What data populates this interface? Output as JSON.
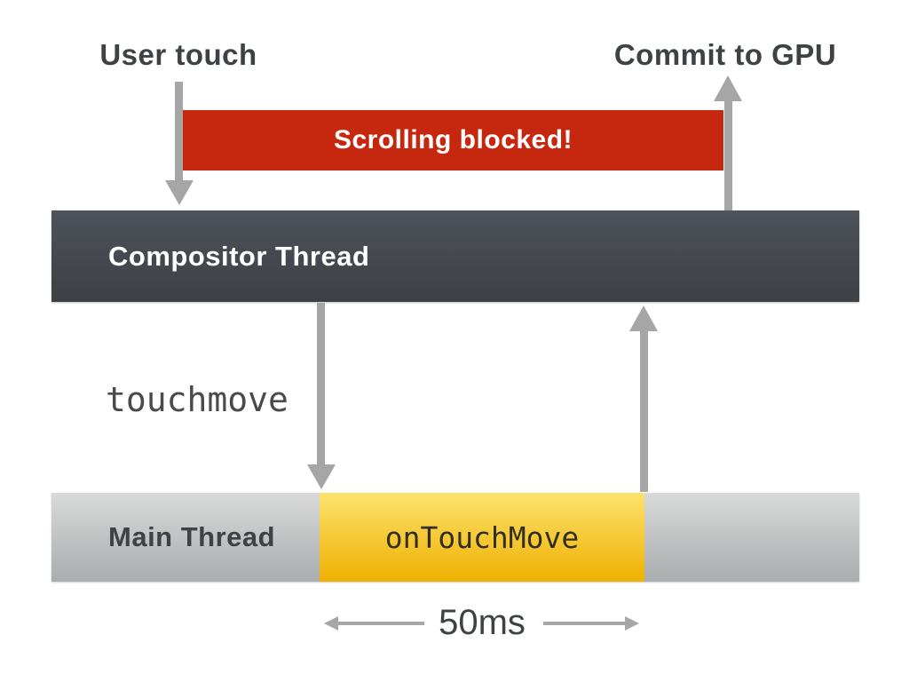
{
  "diagram": {
    "top_labels": {
      "user_touch": "User touch",
      "commit_to_gpu": "Commit to GPU"
    },
    "banner": {
      "text": "Scrolling blocked!",
      "bg_color": "#c5280e",
      "text_color": "#ffffff"
    },
    "compositor": {
      "label": "Compositor Thread",
      "bg_gradient_top": "#4e525a",
      "bg_gradient_bottom": "#3d4145",
      "text_color": "#ffffff"
    },
    "main_thread": {
      "label": "Main Thread",
      "bg_gradient_top": "#d8dada",
      "bg_gradient_bottom": "#aaadad",
      "text_color": "#3f4245"
    },
    "busy_segment": {
      "label": "onTouchMove",
      "bg_gradient_top": "#fce26e",
      "bg_gradient_bottom": "#efb000",
      "text_color": "#332f1e"
    },
    "event": {
      "label": "touchmove",
      "text_color": "#4a4a4a"
    },
    "duration": {
      "label": "50ms",
      "text_color": "#3f4245"
    },
    "arrows": {
      "color": "#a6a6a6",
      "items": [
        {
          "name": "user-touch-to-compositor",
          "direction": "down"
        },
        {
          "name": "compositor-to-gpu-commit",
          "direction": "up"
        },
        {
          "name": "compositor-to-main-touchmove",
          "direction": "down"
        },
        {
          "name": "main-to-compositor-return",
          "direction": "up"
        },
        {
          "name": "duration-extent-left",
          "direction": "left"
        },
        {
          "name": "duration-extent-right",
          "direction": "right"
        }
      ]
    },
    "background": "#ffffff"
  }
}
